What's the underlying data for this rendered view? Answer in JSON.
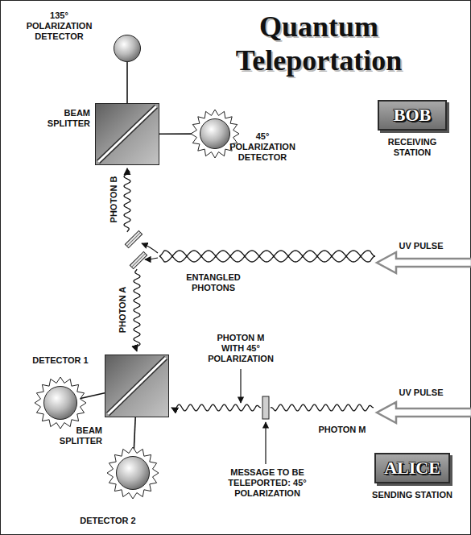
{
  "diagram": {
    "title": "Quantum Teleportation",
    "nodes": [
      {
        "text": [
          "135° POLARIZATION DETECTOR"
        ]
      },
      {
        "text": [
          "BEAM SPLITTER"
        ]
      },
      {
        "text": [
          "45° POLARIZATION DETECTOR"
        ]
      },
      {
        "text": [
          "BOB",
          "RECEIVING STATION"
        ]
      },
      {
        "text": [
          "DETECTOR 1"
        ]
      },
      {
        "text": [
          "BEAM SPLITTER"
        ]
      },
      {
        "text": [
          "DETECTOR 2"
        ]
      },
      {
        "text": [
          "ALICE",
          "SENDING STATION"
        ]
      }
    ],
    "edges": [
      {
        "from": 1,
        "to": 0,
        "arrow": "none"
      },
      {
        "from": 1,
        "to": 2,
        "arrow": "none"
      },
      {
        "from": 5,
        "to": 4,
        "arrow": "none"
      },
      {
        "from": 5,
        "to": 6,
        "arrow": "none"
      }
    ],
    "labels": [
      "PHOTON B",
      "UV PULSE",
      "ENTANGLED PHOTONS",
      "PHOTON A",
      "PHOTON M WITH 45° POLARIZATION",
      "UV PULSE",
      "PHOTON M",
      "MESSAGE TO BE TELEPORTED: 45° POLARIZATION"
    ]
  }
}
